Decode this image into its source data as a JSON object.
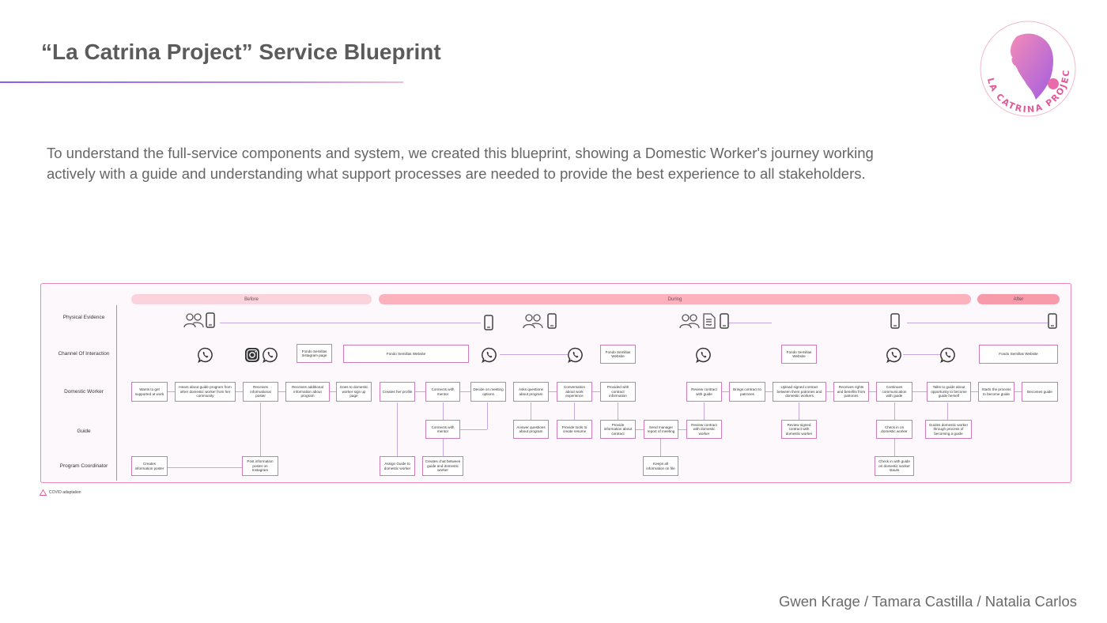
{
  "header": {
    "title": "“La Catrina Project” Service Blueprint",
    "logo_text": "LA CATRINA PROJECT"
  },
  "intro": {
    "text": "To understand the full-service components and system, we created this blueprint, showing a Domestic Worker's journey working actively with a guide and understanding what support processes are needed to provide the best experience to all stakeholders."
  },
  "colors": {
    "accent_purple": "#8a5cf0",
    "accent_pink": "#e58ab8",
    "phase_before": "#fbd3dc",
    "phase_during": "#fbb2bd",
    "phase_after": "#f79aa9",
    "box_border": "#d07bb9",
    "connector": "#c7a7e2"
  },
  "blueprint": {
    "phases": [
      "Before",
      "During",
      "After"
    ],
    "lanes": [
      "Physical Evidence",
      "Channel Of Interaction",
      "Domestic Worker",
      "Guide",
      "Program Coordinator"
    ],
    "physical_evidence_icons": [
      "people-icon",
      "phone-icon",
      "phone-icon",
      "people-icon",
      "phone-icon",
      "people-icon",
      "document-icon",
      "phone-icon",
      "phone-icon",
      "phone-icon"
    ],
    "channel_icons": [
      "whatsapp-icon",
      "instagram-icon",
      "whatsapp-icon",
      "whatsapp-icon",
      "whatsapp-icon",
      "whatsapp-icon",
      "whatsapp-icon",
      "whatsapp-icon"
    ],
    "channel_boxes": [
      "Fondo Semillas Instagram page",
      "Fondo Semillas Website",
      "Fondo Semillas Website",
      "Fondo Semillas Website",
      "Fondo Semillas Website"
    ],
    "domestic_worker": [
      "Wants to get supported at work",
      "Hears about guide program from other domestic worker from her community",
      "Receives informational poster",
      "Receives additional information about program",
      "Goes to domestic worker sign up page",
      "Creates her profile",
      "Connects with mentor",
      "Decide on meeting options",
      "Asks questions about program",
      "Conversation about work experience",
      "Provided with contract information",
      "Review contract with guide",
      "Brings contract to patrones",
      "Upload signed contract between them patrones and domestic workers",
      "Receives rights and benefits from patrones",
      "Continues communication with guide",
      "Talks to guide about opportunity to become guide herself",
      "Starts the process to become guide",
      "Becomes guide"
    ],
    "guide": [
      "Connects with mentor",
      "Answer questions about program",
      "Provide tools to create resume",
      "Provide information about contract",
      "Send manager report of meeting",
      "Review contract with domestic worker",
      "Review signed contract with domestic worker",
      "Check in on domestic worker",
      "Guides domestic worker through process of becoming a guide"
    ],
    "program_coordinator": [
      "Creates information poster",
      "Post information poster on Instagram",
      "Assign Guide to domestic worker",
      "Creates chat between guide and domestic worker",
      "Keeps all information on file",
      "Check in with guide on domestic worker stauts"
    ],
    "legend": "COVID adaptation"
  },
  "credits": "Gwen Krage / Tamara Castilla / Natalia Carlos"
}
